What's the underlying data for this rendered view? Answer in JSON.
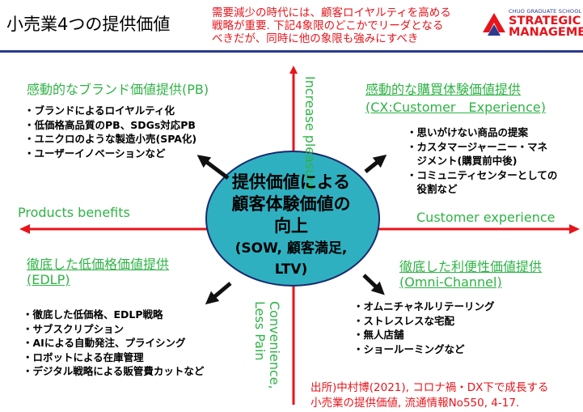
{
  "header": {
    "title": "小売業4つの提供価値",
    "subtitle": [
      "需要減少の時代には、顧客ロイヤルティを高める",
      "戦略が重要. 下記4象限のどこかでリーダとなる",
      "べきだが、同時に他の象限も強みにすべき"
    ],
    "logo_small": "CHUO GRADUATE SCHOOL OF",
    "logo_big": [
      "STRATEGIC",
      "MANAGEMENT"
    ]
  },
  "axes": {
    "top": "Increase pleasure",
    "bottom": "Convenience, Less Pain",
    "left": "Products benefits",
    "right": "Customer experience"
  },
  "center": {
    "main": [
      "提供価値による",
      "顧客体験価値の",
      "向上"
    ],
    "sub": [
      "(SOW, 顧客満足,",
      "LTV)"
    ]
  },
  "quadrants": {
    "top_left": {
      "title": "感動的なブランド価値提供(PB)",
      "items": [
        "・ブランドによるロイヤルティ化",
        "・低価格高品質のPB、SDGs対応PB",
        "・ユニクロのような製造小売(SPA化)",
        "・ユーザーイノベーションなど"
      ]
    },
    "top_right": {
      "title": "感動的な購買体験価値提供",
      "title2": "(CX:Customer　Experience)",
      "items": [
        "・思いがけない商品の提案",
        "・カスタマージャーニー・マネ",
        "　ジメント(購買前中後)",
        "・コミュニティセンターとしての",
        "　役割など"
      ]
    },
    "bottom_left": {
      "title": "徹底した低価格価値提供",
      "title2": "(EDLP)",
      "items": [
        "・徹底した低価格、EDLP戦略",
        "・サブスクリプション",
        "・AIによる自動発注、プライシング",
        "・ロボットによる在庫管理",
        "・デジタル戦略による販管費カットなど"
      ]
    },
    "bottom_right": {
      "title": "徹底した利便性価値提供",
      "title2": "(Omni-Channel)",
      "items": [
        "・オムニチャネルリテーリング",
        "・ストレスレスな宅配",
        "・無人店舗",
        "・ショールーミングなど"
      ]
    }
  },
  "source": [
    "出所)中村博(2021), コロナ禍・DX下で成長する",
    "小売業の提供価値, 流通情報No550, 4-17."
  ],
  "colors": {
    "accent_red": "#e8141b",
    "green": "#2fb346",
    "navy": "#2e3a8f",
    "ellipse_fill": "#2fb0c0"
  }
}
